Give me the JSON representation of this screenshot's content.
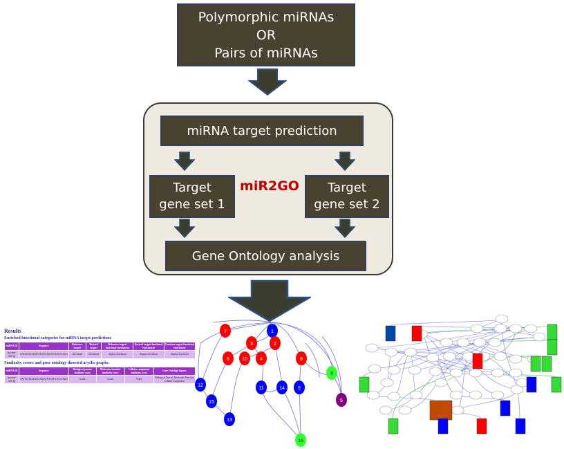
{
  "flow": {
    "input_lines": [
      "Polymorphic miRNAs",
      "OR",
      "Pairs of miRNAs"
    ],
    "prediction": "miRNA target prediction",
    "set1_lines": [
      "Target",
      "gene set 1"
    ],
    "set2_lines": [
      "Target",
      "gene set 2"
    ],
    "tool_name": "miR2GO",
    "analysis": "Gene Ontology analysis"
  },
  "results": {
    "title": "Results",
    "section1": "Enriched functional categories for miRNA target predictions",
    "table1": {
      "headers": [
        "miRNA ID",
        "Sequence",
        "Reference targets",
        "Derived targets",
        "Reference targets functional enrichment",
        "Derived targets functional enrichment",
        "Common targets functional enrichment"
      ],
      "row": [
        "hsa-mir-323-3p",
        "AAUGCUGAAUCAUUCAAUUCUUUCAUG",
        "download",
        "download",
        "display download",
        "display download",
        "display download"
      ]
    },
    "section2": "Similarity scores and gene ontology directed acyclic graphs",
    "table2": {
      "headers": [
        "miRNA ID",
        "Sequence",
        "Biological process similarity score",
        "Molecular function similarity score",
        "Cellular component similarity score",
        "Gene Ontology figures"
      ],
      "row": [
        "hsa-mir-323-3p",
        "AAUGCUGAAUCAUUCAAUUCUUUCAUG",
        "0.350",
        "0.324",
        "0.361",
        "Biological Process Molecular Function Cellular Component"
      ]
    }
  },
  "graph": {
    "nodes": [
      {
        "label": "7",
        "color": "red"
      },
      {
        "label": "1",
        "color": "blue"
      },
      {
        "label": "3",
        "color": "red"
      },
      {
        "label": "2",
        "color": "red"
      },
      {
        "label": "6",
        "color": "red"
      },
      {
        "label": "10",
        "color": "red"
      },
      {
        "label": "4",
        "color": "red"
      },
      {
        "label": "8",
        "color": "red"
      },
      {
        "label": "9",
        "color": "green"
      },
      {
        "label": "12",
        "color": "blue"
      },
      {
        "label": "15",
        "color": "blue"
      },
      {
        "label": "11",
        "color": "blue"
      },
      {
        "label": "14",
        "color": "blue"
      },
      {
        "label": "5",
        "color": "blue"
      },
      {
        "label": "5",
        "color": "purple"
      },
      {
        "label": "13",
        "color": "blue"
      },
      {
        "label": "16",
        "color": "green"
      }
    ]
  },
  "colors": {
    "box_fill": "#4a4230",
    "box_border": "#2f3f5f",
    "panel_fill": "#eeeadf",
    "arrow_fill": "#3b3e2f",
    "arrow_border": "#2f4f7f",
    "tool_name": "#c00000",
    "red_node": "#ff0000",
    "blue_node": "#0000ff",
    "green_node": "#33ff33",
    "purple_node": "#800080"
  }
}
